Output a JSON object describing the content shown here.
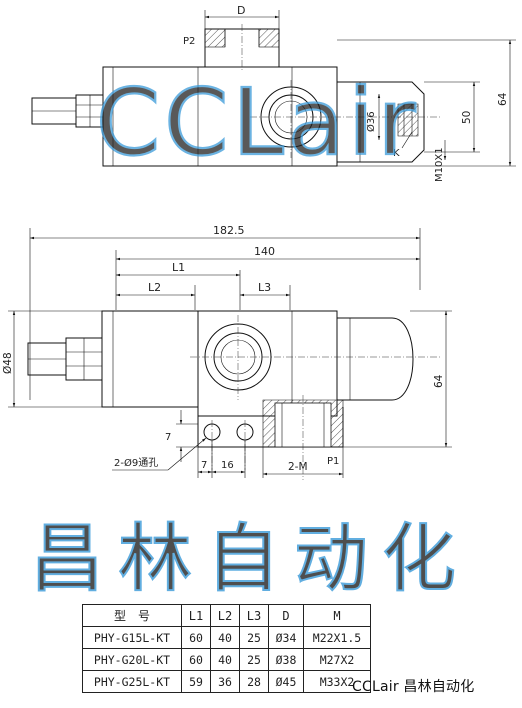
{
  "top_view": {
    "dim_D": "D",
    "port_P2": "P2",
    "dim_diam36": "Ø36",
    "dim_50": "50",
    "dim_64": "64",
    "thread_M10x1": "M10X1",
    "label_K": "K"
  },
  "front_view": {
    "dim_182_5": "182.5",
    "dim_140": "140",
    "dim_L1": "L1",
    "dim_L2": "L2",
    "dim_L3": "L3",
    "dim_diam48": "Ø48",
    "dim_64": "64",
    "dim_7_vertical": "7",
    "dim_7": "7",
    "dim_16": "16",
    "holes_note": "2-Ø9通孔",
    "dim_2M": "2-M",
    "port_P1": "P1"
  },
  "watermarks": {
    "latin": "CCLair",
    "chinese": "昌林自动化"
  },
  "spec_table": {
    "headers": [
      "型　号",
      "L1",
      "L2",
      "L3",
      "D",
      "M"
    ],
    "rows": [
      [
        "PHY-G15L-KT",
        "60",
        "40",
        "25",
        "Ø34",
        "M22X1.5"
      ],
      [
        "PHY-G20L-KT",
        "60",
        "40",
        "25",
        "Ø38",
        "M27X2"
      ],
      [
        "PHY-G25L-KT",
        "59",
        "36",
        "28",
        "Ø45",
        "M33X2"
      ]
    ]
  },
  "footer": {
    "brand": "CCLair 昌林自动化"
  },
  "colors": {
    "line": "#111111",
    "watermark": "#3a9ad9"
  }
}
